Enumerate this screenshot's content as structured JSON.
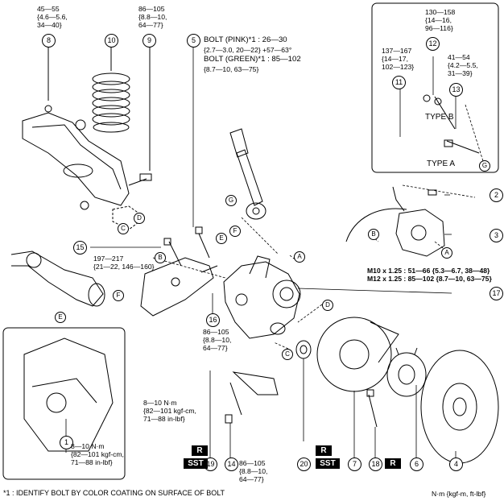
{
  "callouts": {
    "c1": "1",
    "c2": "2",
    "c3": "3",
    "c4": "4",
    "c5": "5",
    "c6": "6",
    "c7": "7",
    "c8": "8",
    "c9": "9",
    "c10": "10",
    "c11": "11",
    "c12": "12",
    "c13": "13",
    "c14": "14",
    "c15": "15",
    "c16": "16",
    "c17": "17",
    "c18": "18",
    "c19": "19",
    "c20": "20"
  },
  "letters": {
    "A": "A",
    "B": "B",
    "C": "C",
    "D": "D",
    "E": "E",
    "F": "F",
    "G": "G"
  },
  "torque": {
    "t8": [
      "45—55",
      "{4.6—5.6,",
      "34—40}"
    ],
    "t9": [
      "86—105",
      "{8.8—10,",
      "64—77}"
    ],
    "t5": [
      "BOLT (PINK)*1 : 26—30",
      "{2.7—3.0, 20—22} +57—63°",
      "BOLT (GREEN)*1 : 85—102",
      "{8.7—10, 63—75}"
    ],
    "t12": [
      "130—158",
      "{14—16,",
      "96—116}"
    ],
    "t11": [
      "137—167",
      "{14—17,",
      "102—123}"
    ],
    "t13": [
      "41—54",
      "{4.2—5.5,",
      "31—39}"
    ],
    "t15": [
      "197—217",
      "{21—22, 146—160}"
    ],
    "t3": [
      "M10 x 1.25 :  51—66 {5.3—6.7, 38—48}",
      "M12 x 1.25 :  85—102 {8.7—10, 63—75}"
    ],
    "t16": [
      "86—105",
      "{8.8—10,",
      "64—77}"
    ],
    "t_mid": [
      "8—10 N·m",
      "{82—101 kgf-cm,",
      "71—88 in-lbf}"
    ],
    "t1": [
      "8—10 N·m",
      "{82—101 kgf-cm,",
      "71—88 in-lbf}"
    ],
    "t14": [
      "86—105",
      "{8.8—10,",
      "64—77}"
    ]
  },
  "types": {
    "type_b": "TYPE B",
    "type_a": "TYPE A"
  },
  "badges": {
    "r": "R",
    "sst": "SST"
  },
  "footnote": "*1 : IDENTIFY BOLT BY COLOR COATING ON SURFACE OF BOLT",
  "units": "N·m {kgf-m, ft-lbf}"
}
